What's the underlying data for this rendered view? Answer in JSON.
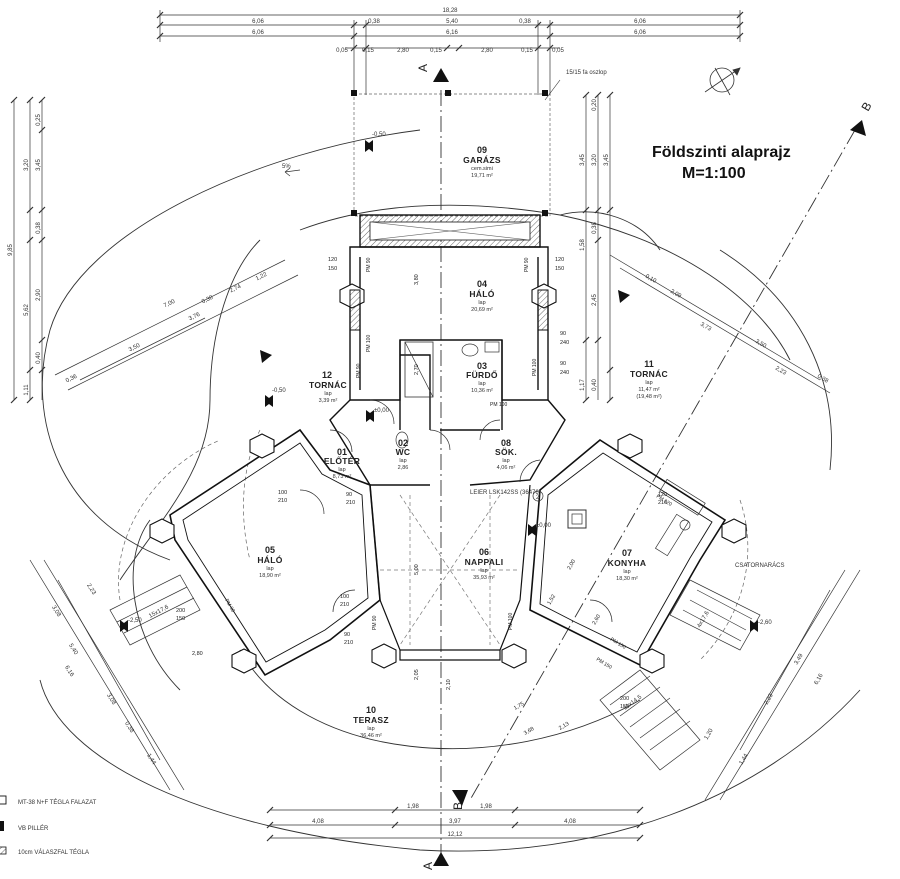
{
  "title": {
    "main": "Földszinti alaprajz",
    "scale": "M=1:100"
  },
  "section_marks": {
    "a": "A",
    "b": "B"
  },
  "rooms": [
    {
      "id": "r09",
      "no": "09",
      "name": "GARÁZS",
      "floor": "cem.simi",
      "area": "19,71 m²"
    },
    {
      "id": "r04",
      "no": "04",
      "name": "HÁLÓ",
      "floor": "lap",
      "area": "20,69 m²"
    },
    {
      "id": "r03",
      "no": "03",
      "name": "FÜRDŐ",
      "floor": "lap",
      "area": "10,36 m²"
    },
    {
      "id": "r12",
      "no": "12",
      "name": "TORNÁC",
      "floor": "lap",
      "area": "3,39 m²"
    },
    {
      "id": "r11",
      "no": "11",
      "name": "TORNÁC",
      "floor": "lap",
      "area": "11,47 m²",
      "extra": "(19,48 m²)"
    },
    {
      "id": "r01",
      "no": "01",
      "name": "ELŐTÉR",
      "floor": "lap",
      "area": "8,73 m²"
    },
    {
      "id": "r02",
      "no": "02",
      "name": "WC",
      "floor": "lap",
      "area": "2,86"
    },
    {
      "id": "r08",
      "no": "08",
      "name": "SÖK.",
      "floor": "lap",
      "area": "4,06 m²"
    },
    {
      "id": "r05",
      "no": "05",
      "name": "HÁLÓ",
      "floor": "lap",
      "area": "18,90 m²"
    },
    {
      "id": "r06",
      "no": "06",
      "name": "NAPPALI",
      "floor": "lap",
      "area": "35,93 m²"
    },
    {
      "id": "r07",
      "no": "07",
      "name": "KONYHA",
      "floor": "lap",
      "area": "18,30 m²"
    },
    {
      "id": "r10",
      "no": "10",
      "name": "TERASZ",
      "floor": "lap",
      "area": "36,46 m²"
    }
  ],
  "dimensions": {
    "top_total": "18,28",
    "top_row2": [
      "6,06",
      "0,38",
      "5,40",
      "0,38",
      "6,06"
    ],
    "top_row3": [
      "6,06",
      "6,16",
      "6,06"
    ],
    "top_row4": [
      "0,05",
      "0,15",
      "2,80",
      "0,15",
      "2,80",
      "0,15",
      "0,05"
    ],
    "bottom_total": "12,12",
    "bottom_row": [
      "4,08",
      "3,97",
      "4,08"
    ],
    "bottom_row2": [
      "1,98",
      "1,98"
    ],
    "left_vert": [
      "0,25",
      "3,20",
      "3,45",
      "0,38",
      "9,85",
      "5,62",
      "2,90",
      "0,40",
      "1,11"
    ],
    "right_vert": [
      "0,20",
      "3,45",
      "3,20",
      "3,45",
      "0,38",
      "1,58",
      "2,45",
      "1,17",
      "0,40"
    ],
    "left_diag": [
      "7,00",
      "0,38",
      "2,74",
      "1,22",
      "3,50",
      "3,76",
      "0,36"
    ],
    "right_diag": [
      "0,10",
      "2,09",
      "3,73",
      "3,50",
      "2,23",
      "0,38"
    ],
    "ll_diag": [
      "3,08",
      "5,40",
      "6,16",
      "3,08",
      "0,38",
      "2,23",
      "1,44"
    ],
    "lr_diag": [
      "3,49",
      "6,16",
      "1,44",
      "2,23",
      "1,20"
    ],
    "openings": [
      "120",
      "150",
      "120",
      "150",
      "90",
      "240",
      "90",
      "240",
      "100",
      "210",
      "90",
      "210",
      "200",
      "150",
      "90",
      "210",
      "100",
      "210",
      "120",
      "210",
      "200",
      "150"
    ],
    "heights": [
      "3,80",
      "2,70",
      "5,00",
      "2,05",
      "2,10"
    ],
    "misc": [
      "5%",
      "1,75",
      "2,13",
      "3,68",
      "1,52",
      "2,00",
      "2,60",
      "2,80"
    ]
  },
  "annotations": {
    "post_note": "15/15 fa oszlop",
    "level_garage": "-0,50",
    "level_tornac12": "-0,50",
    "level_entry": "±0,00",
    "level_living": "±0,00",
    "level_ll_terrace": "-2,50",
    "level_lr_terrace": "-2,60",
    "fireplace": "LEIER LSK142SS (36476)",
    "gutter": "CSATORNARÁCS",
    "stair_left": "15x17,6",
    "stair_right": "4x17,6",
    "stair_bottom": "11x14,5",
    "pm_tags": [
      "PM 90",
      "PM 90",
      "PM 100",
      "PM 100",
      "PM 100",
      "PM 90",
      "PM 90",
      "PM 90",
      "PM 120",
      "PM 100",
      "PM 150",
      "PM 150"
    ],
    "circle_tag": "2"
  },
  "legend": [
    {
      "label": "MT-38 N+F TÉGLA FALAZAT"
    },
    {
      "label": "VB PILLÉR"
    },
    {
      "label": "10cm VÁLASZFAL TÉGLA"
    }
  ],
  "colors": {
    "ink": "#1a1a1a",
    "wall_fill": "#ffffff",
    "hatch": "#555555",
    "grey": "#888888"
  }
}
